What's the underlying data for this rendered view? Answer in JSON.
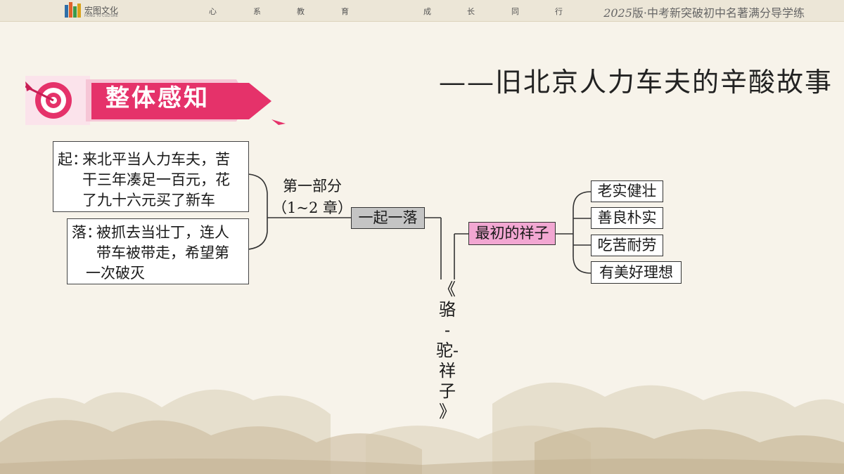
{
  "header": {
    "logo_name": "宏图文化",
    "logo_sub": "HONG TU CULTURE",
    "slogan": [
      "心",
      "系",
      "教",
      "育",
      "成",
      "长",
      "同",
      "行"
    ],
    "year": "2025",
    "series_title": "版·中考新突破初中名著满分导学练"
  },
  "section": {
    "badge_title": "整体感知",
    "subtitle": "——旧北京人力车夫的辛酸故事"
  },
  "diagram": {
    "book_title": [
      "《",
      "骆",
      "-驼-",
      "祥",
      "子",
      "》"
    ],
    "part_label_line1": "第一部分",
    "part_label_line2": "（1~2 章）",
    "part_node": "一起一落",
    "rise": {
      "key": "起：",
      "lines": [
        "来北平当人力车夫，苦",
        "干三年凑足一百元，花",
        "了九十六元买了新车"
      ]
    },
    "fall": {
      "key": "落：",
      "lines": [
        "被抓去当壮丁，连人",
        "带车被带走，希望第",
        "一次破灭"
      ]
    },
    "traits_node": "最初的祥子",
    "traits": [
      "老实健壮",
      "善良朴实",
      "吃苦耐劳",
      "有美好理想"
    ]
  },
  "colors": {
    "badge_pink": "#e5326a",
    "part_node_fill": "#c4c4c4",
    "traits_node_fill": "#f2a7d2"
  }
}
